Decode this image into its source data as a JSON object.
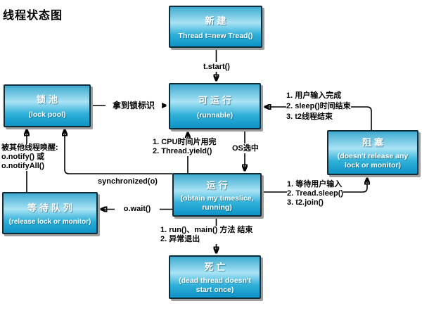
{
  "title": "线程状态图",
  "colors": {
    "box_gradient_top": "#3fabd0",
    "box_gradient_mid": "#a9e3f5",
    "box_gradient_bottom": "#0d93c7",
    "box_border": "#0d2c38",
    "box_shadow": "#9e9e9e",
    "box_text": "#ffffff",
    "arrow": "#000000",
    "label_text": "#000000",
    "background": "#ffffff"
  },
  "nodes": {
    "new": {
      "name": "新建",
      "desc": "Thread t=new Tread()"
    },
    "runnable": {
      "name": "可运行",
      "desc": "(runnable)"
    },
    "lock_pool": {
      "name": "锁池",
      "desc": "(lock pool)"
    },
    "wait_queue": {
      "name": "等待队列",
      "desc": "(release lock or monitor)"
    },
    "running": {
      "name": "运行",
      "desc": "(obtain my timeslice, running)"
    },
    "blocked": {
      "name": "阻塞",
      "desc": "(doesn't release any lock or monitor)"
    },
    "dead": {
      "name": "死亡",
      "desc": "(dead thread doesn't start once)"
    }
  },
  "edges": {
    "start": "t.start()",
    "acquire_lock": "拿到锁标识",
    "os_select": "OS选中",
    "cpu": {
      "l1": "1. CPU时间片用完",
      "l2": "2. Thread.yield()"
    },
    "unblock": {
      "l1": "1. 用户输入完成",
      "l2": "2. sleep()时间结束",
      "l3": "3. t2线程结束"
    },
    "block": {
      "l1": "1. 等待用户输入",
      "l2": "2. Tread.sleep()",
      "l3": "3. t2.join()"
    },
    "wait": "o.wait()",
    "sync": "synchronized(o)",
    "wake": {
      "l1": "被其他线程唤醒:",
      "l2": "o.notify() 或",
      "l3": "o.notifyAll()"
    },
    "die": {
      "l1": "1. run()、main() 方法 结束",
      "l2": "2. 异常退出"
    }
  }
}
